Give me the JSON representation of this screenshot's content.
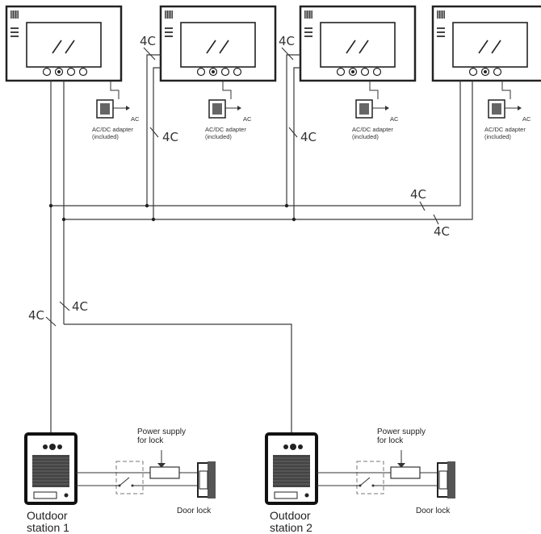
{
  "monitors": [
    {
      "id": "monitor-1"
    },
    {
      "id": "monitor-2"
    },
    {
      "id": "monitor-3"
    },
    {
      "id": "monitor-4"
    }
  ],
  "adapter": {
    "ac_label": "AC",
    "line1": "AC/DC adapter",
    "line2": "(included)"
  },
  "wire_label": "4C",
  "stations": [
    {
      "line1": "Outdoor",
      "line2": "station 1"
    },
    {
      "line1": "Outdoor",
      "line2": "station 2"
    }
  ],
  "lock": {
    "power_line1": "Power supply",
    "power_line2": "for lock",
    "door_lock": "Door lock"
  },
  "colors": {
    "line": "#3a3a3a",
    "dashed": "#777777"
  }
}
